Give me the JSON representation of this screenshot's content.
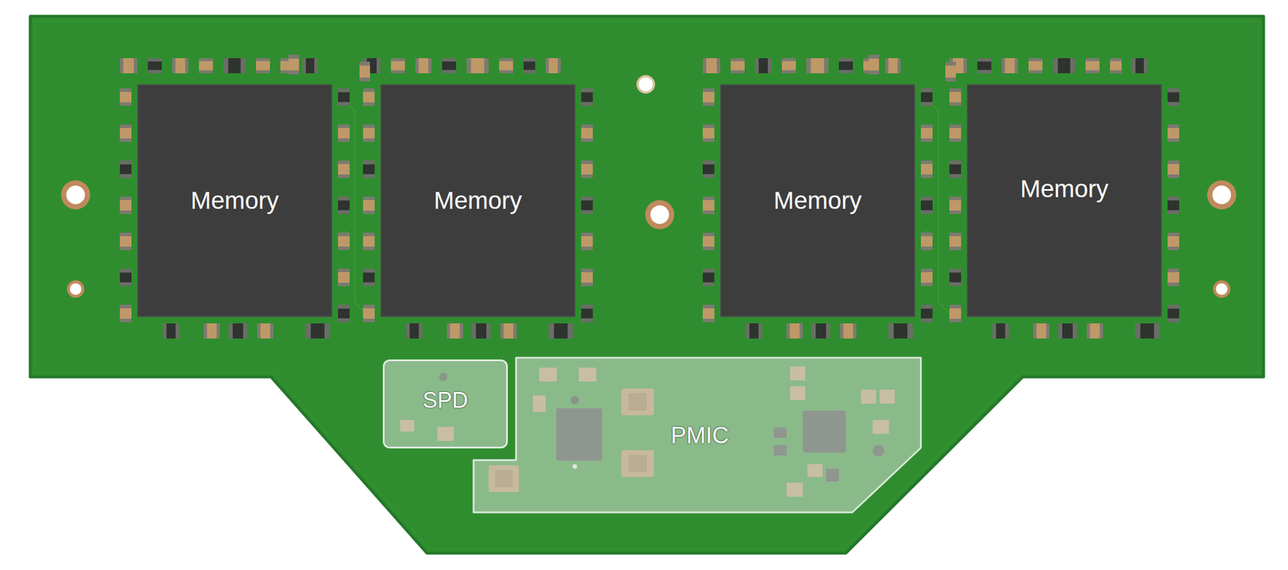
{
  "diagram": {
    "nodes": [
      {
        "text": [
          "Memory"
        ]
      },
      {
        "text": [
          "Memory"
        ]
      },
      {
        "text": [
          "Memory"
        ]
      },
      {
        "text": [
          "Memory"
        ]
      },
      {
        "text": [
          "SPD"
        ]
      },
      {
        "text": [
          "PMIC"
        ]
      }
    ]
  }
}
